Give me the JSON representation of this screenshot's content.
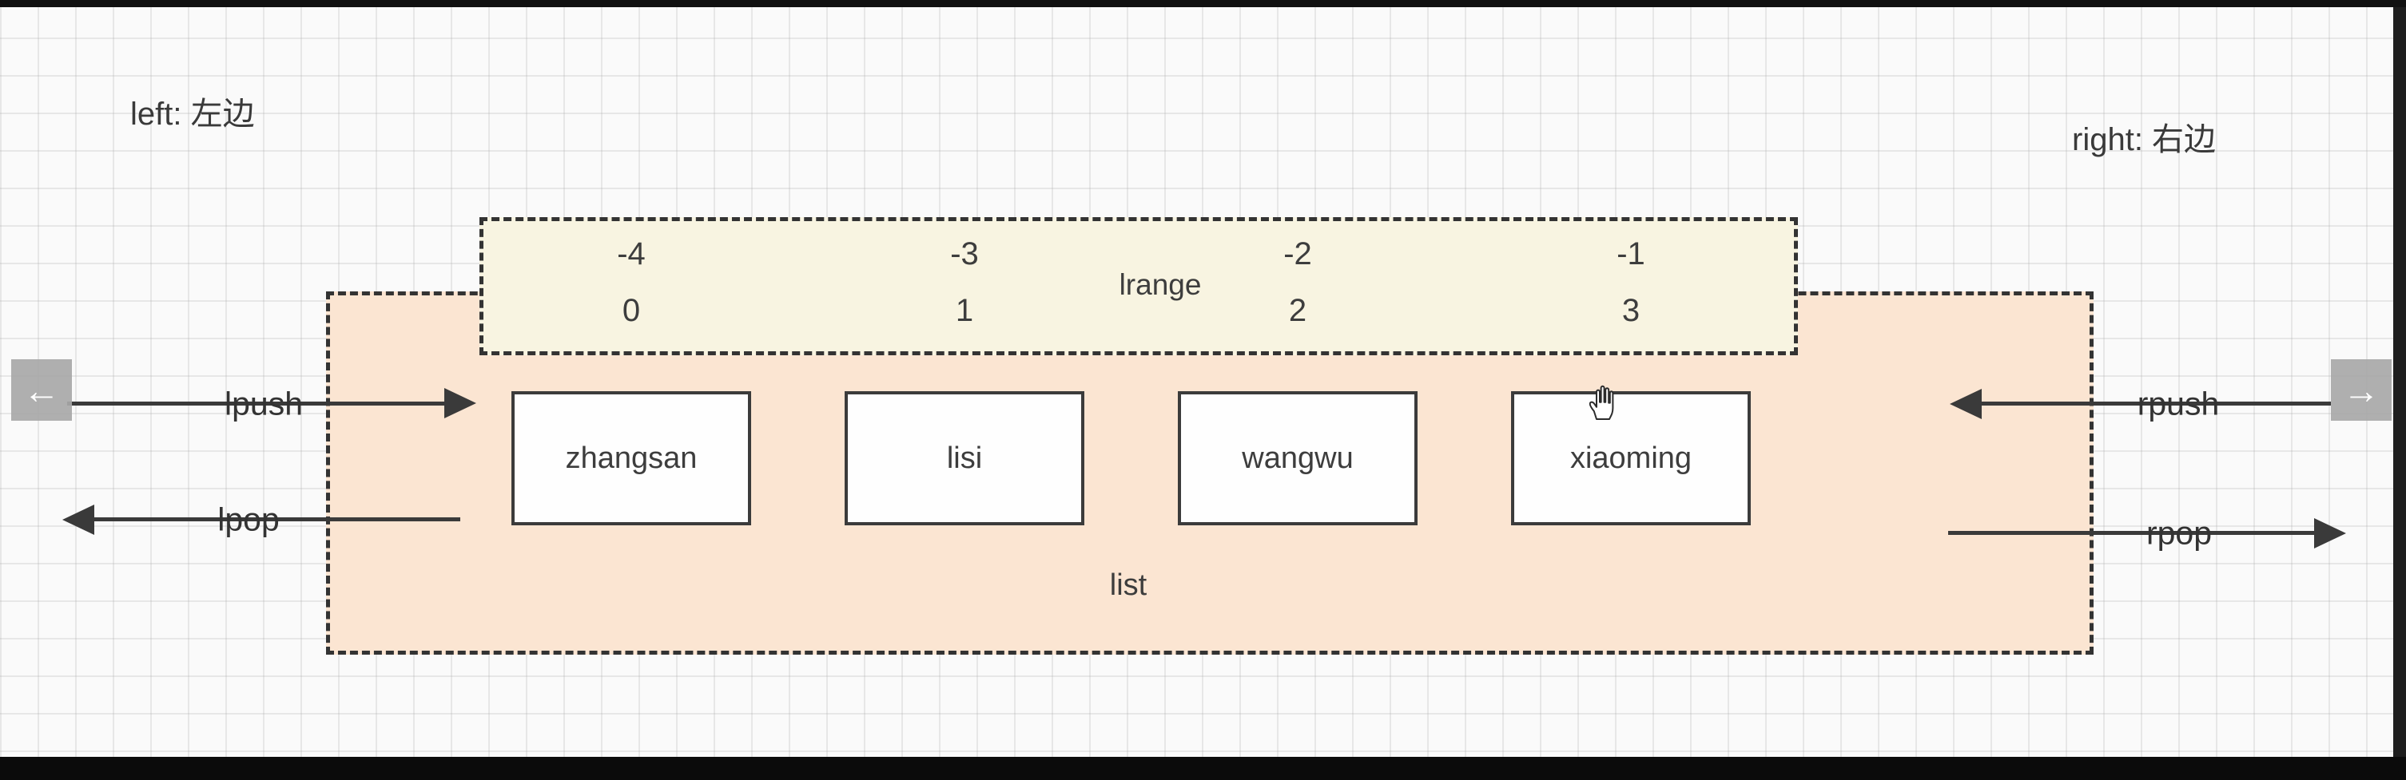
{
  "captions": {
    "left": "left: 左边",
    "right": "right: 右边"
  },
  "lrange": {
    "label": "lrange",
    "negative_indices": [
      "-4",
      "-3",
      "-2",
      "-1"
    ],
    "positive_indices": [
      "0",
      "1",
      "2",
      "3"
    ]
  },
  "list": {
    "label": "list",
    "items": [
      "zhangsan",
      "lisi",
      "wangwu",
      "xiaoming"
    ]
  },
  "operations": {
    "lpush": "lpush",
    "lpop": "lpop",
    "rpush": "rpush",
    "rpop": "rpop"
  },
  "nav": {
    "back_glyph": "←",
    "forward_glyph": "→"
  },
  "colors": {
    "list_fill": "#fbe5d2",
    "lrange_fill": "#f8f4e1",
    "dashed_border": "#333333",
    "arrow": "#3a3a3a",
    "nav_button": "#a8a8a8",
    "top_bottom_bar": "#0b0b0b"
  }
}
